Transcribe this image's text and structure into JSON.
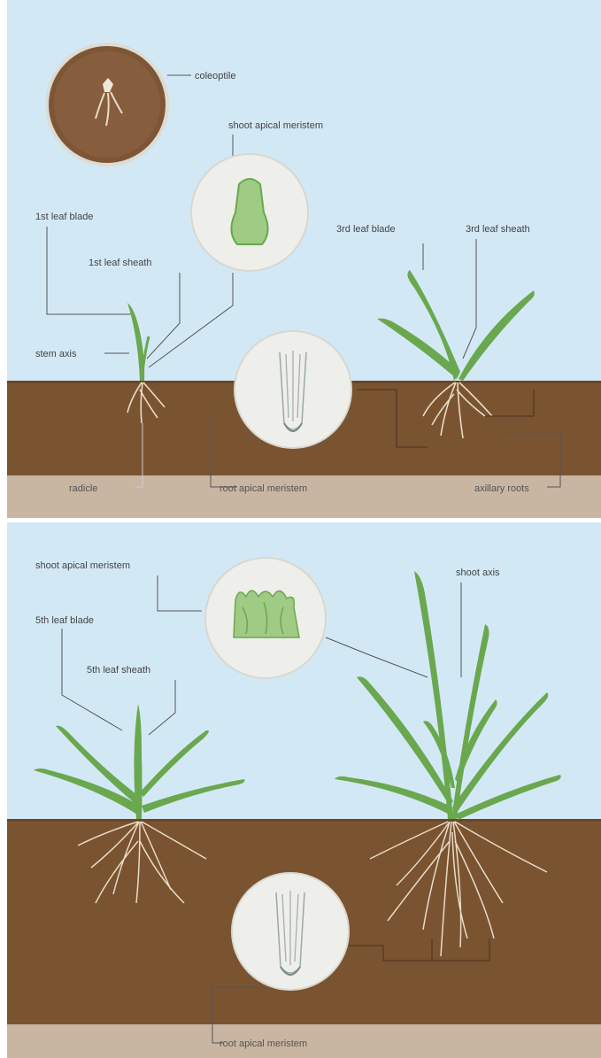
{
  "colors": {
    "sky": "#d3e8f5",
    "soil": "#7a5331",
    "soil_dark": "#6b4629",
    "soil_band": "#c8b5a2",
    "leaf": "#6aa84f",
    "leaf_light": "#9fcb85",
    "root": "#e8dcc6",
    "line": "#555555",
    "label": "#444444",
    "bubble": "#eeeeea"
  },
  "stage1": {
    "labels": {
      "coleoptile": "coleoptile",
      "shoot_apical_meristem": "shoot apical meristem",
      "first_leaf_blade": "1st leaf blade",
      "first_leaf_sheath": "1st leaf sheath",
      "stem_axis": "stem axis",
      "third_leaf_blade": "3rd leaf blade",
      "third_leaf_sheath": "3rd leaf sheath",
      "radicle": "radicle",
      "root_apical_meristem": "root apical meristem",
      "axillary_roots": "axillary roots"
    }
  },
  "stage2": {
    "labels": {
      "shoot_apical_meristem": "shoot apical meristem",
      "shoot_axis": "shoot axis",
      "fifth_leaf_blade": "5th leaf blade",
      "fifth_leaf_sheath": "5th leaf sheath",
      "root_apical_meristem": "root apical meristem"
    }
  }
}
